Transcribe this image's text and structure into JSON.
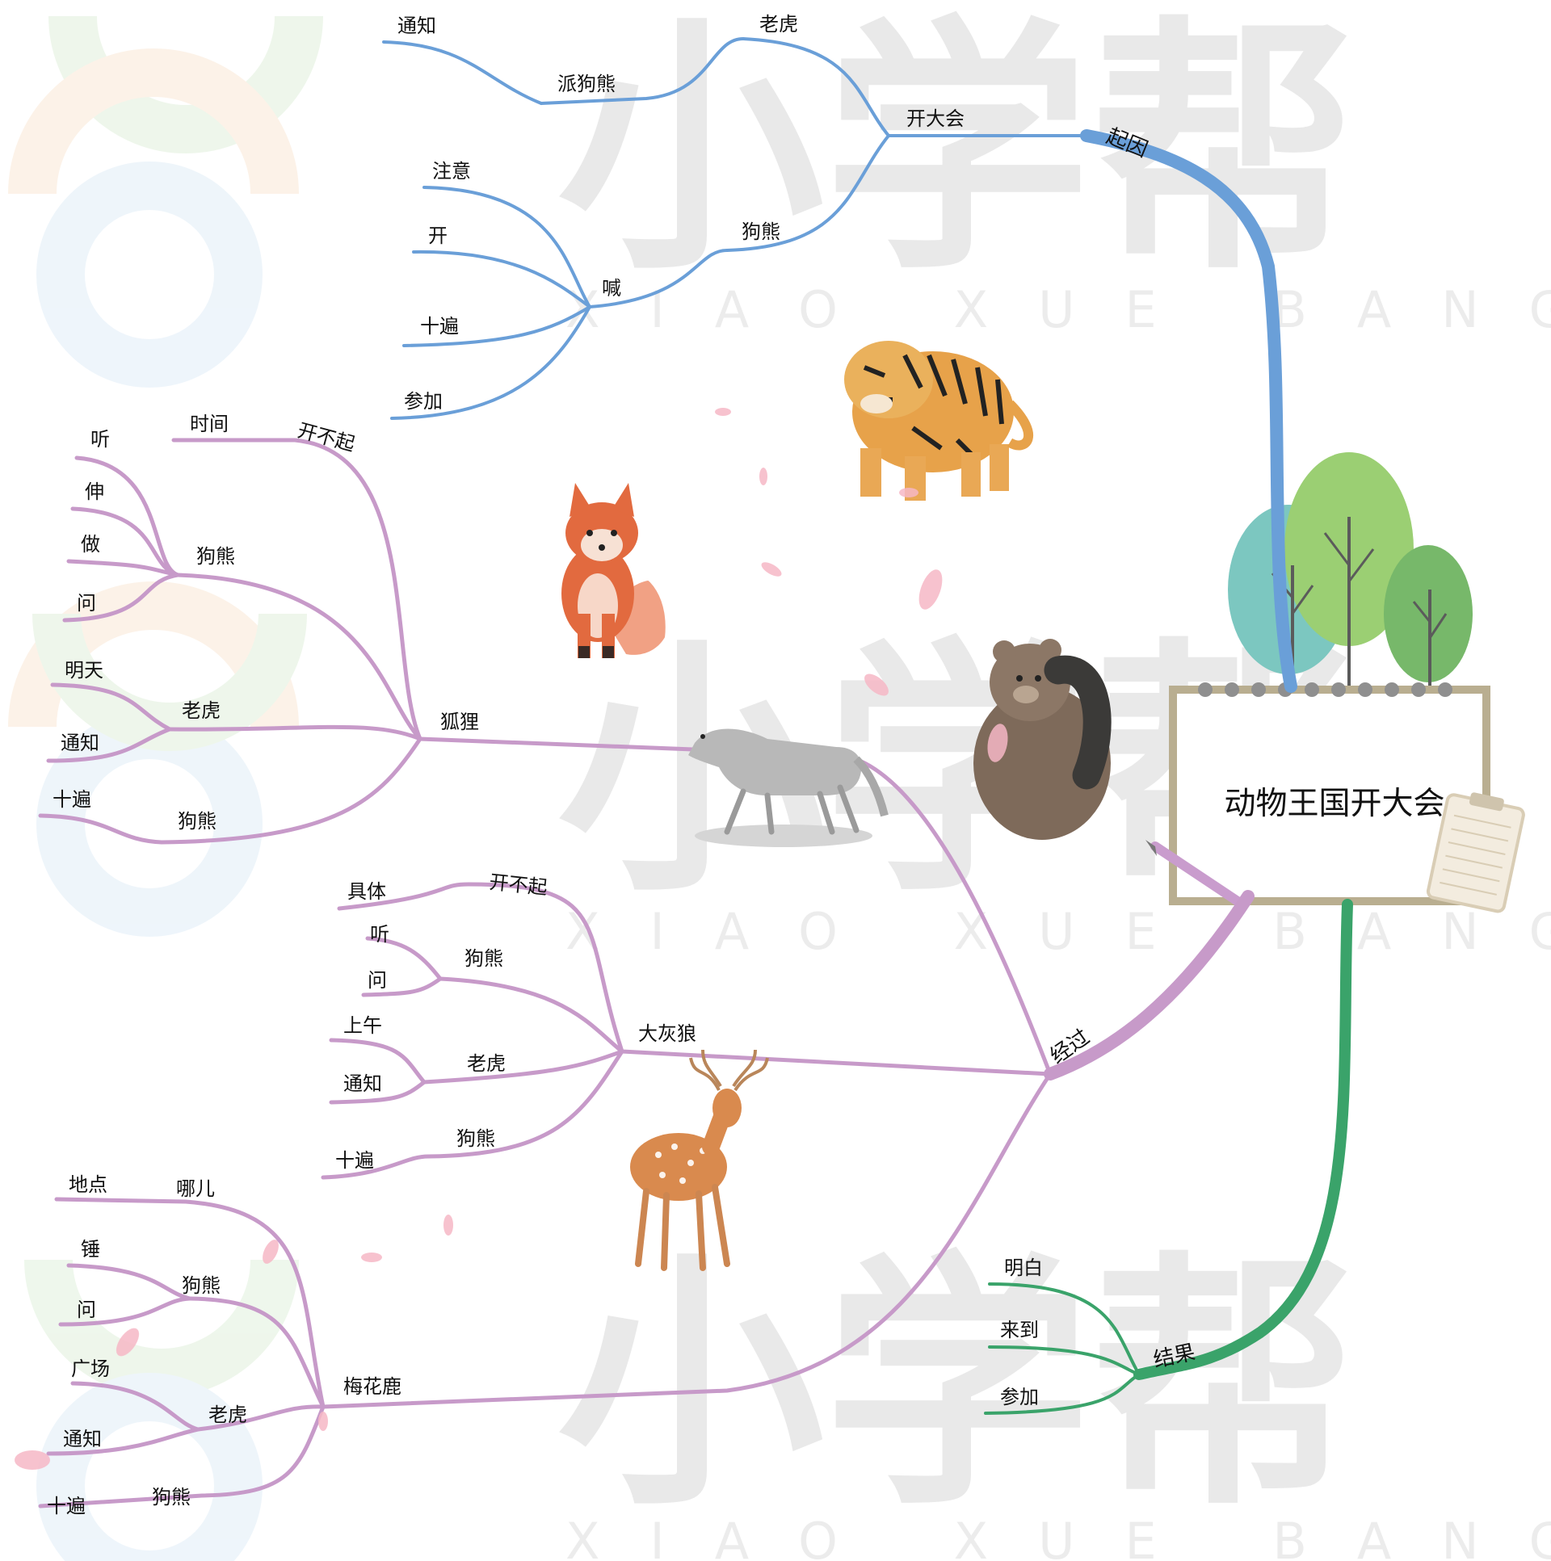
{
  "watermark": {
    "chars": "小学帮",
    "latin": "XIAO XUE BANG"
  },
  "center": {
    "title": "动物王国开大会"
  },
  "colors": {
    "blue": "#6a9fd8",
    "purple": "#c79ac9",
    "green": "#3aa36a",
    "ink": "#111111"
  },
  "branches": {
    "cause": {
      "label": "起因",
      "kai_da_hui": "开大会",
      "laohu": "老虎",
      "pai_gouxiong": "派狗熊",
      "tongzhi": "通知",
      "gouxiong": "狗熊",
      "han": "喊",
      "zhuyi": "注意",
      "kai": "开",
      "shibian": "十遍",
      "canjia": "参加"
    },
    "process": {
      "label": "经过",
      "fox": {
        "label": "狐狸",
        "kaibuqi": "开不起",
        "shijian": "时间",
        "gouxiong": "狗熊",
        "ting": "听",
        "shen": "伸",
        "zuo": "做",
        "wen": "问",
        "laohu": "老虎",
        "mingtian": "明天",
        "tongzhi": "通知",
        "gouxiong2": "狗熊",
        "shibian": "十遍"
      },
      "wolf": {
        "label": "大灰狼",
        "kaibuqi": "开不起",
        "juti": "具体",
        "gouxiong": "狗熊",
        "ting": "听",
        "wen": "问",
        "laohu": "老虎",
        "shangwu": "上午",
        "tongzhi": "通知",
        "gouxiong2": "狗熊",
        "shibian": "十遍"
      },
      "deer": {
        "label": "梅花鹿",
        "naer": "哪儿",
        "didian": "地点",
        "gouxiong": "狗熊",
        "chui": "锤",
        "wen": "问",
        "laohu": "老虎",
        "guangchang": "广场",
        "tongzhi": "通知",
        "gouxiong2": "狗熊",
        "shibian": "十遍"
      }
    },
    "result": {
      "label": "结果",
      "mingbai": "明白",
      "laidao": "来到",
      "canjia": "参加"
    }
  }
}
